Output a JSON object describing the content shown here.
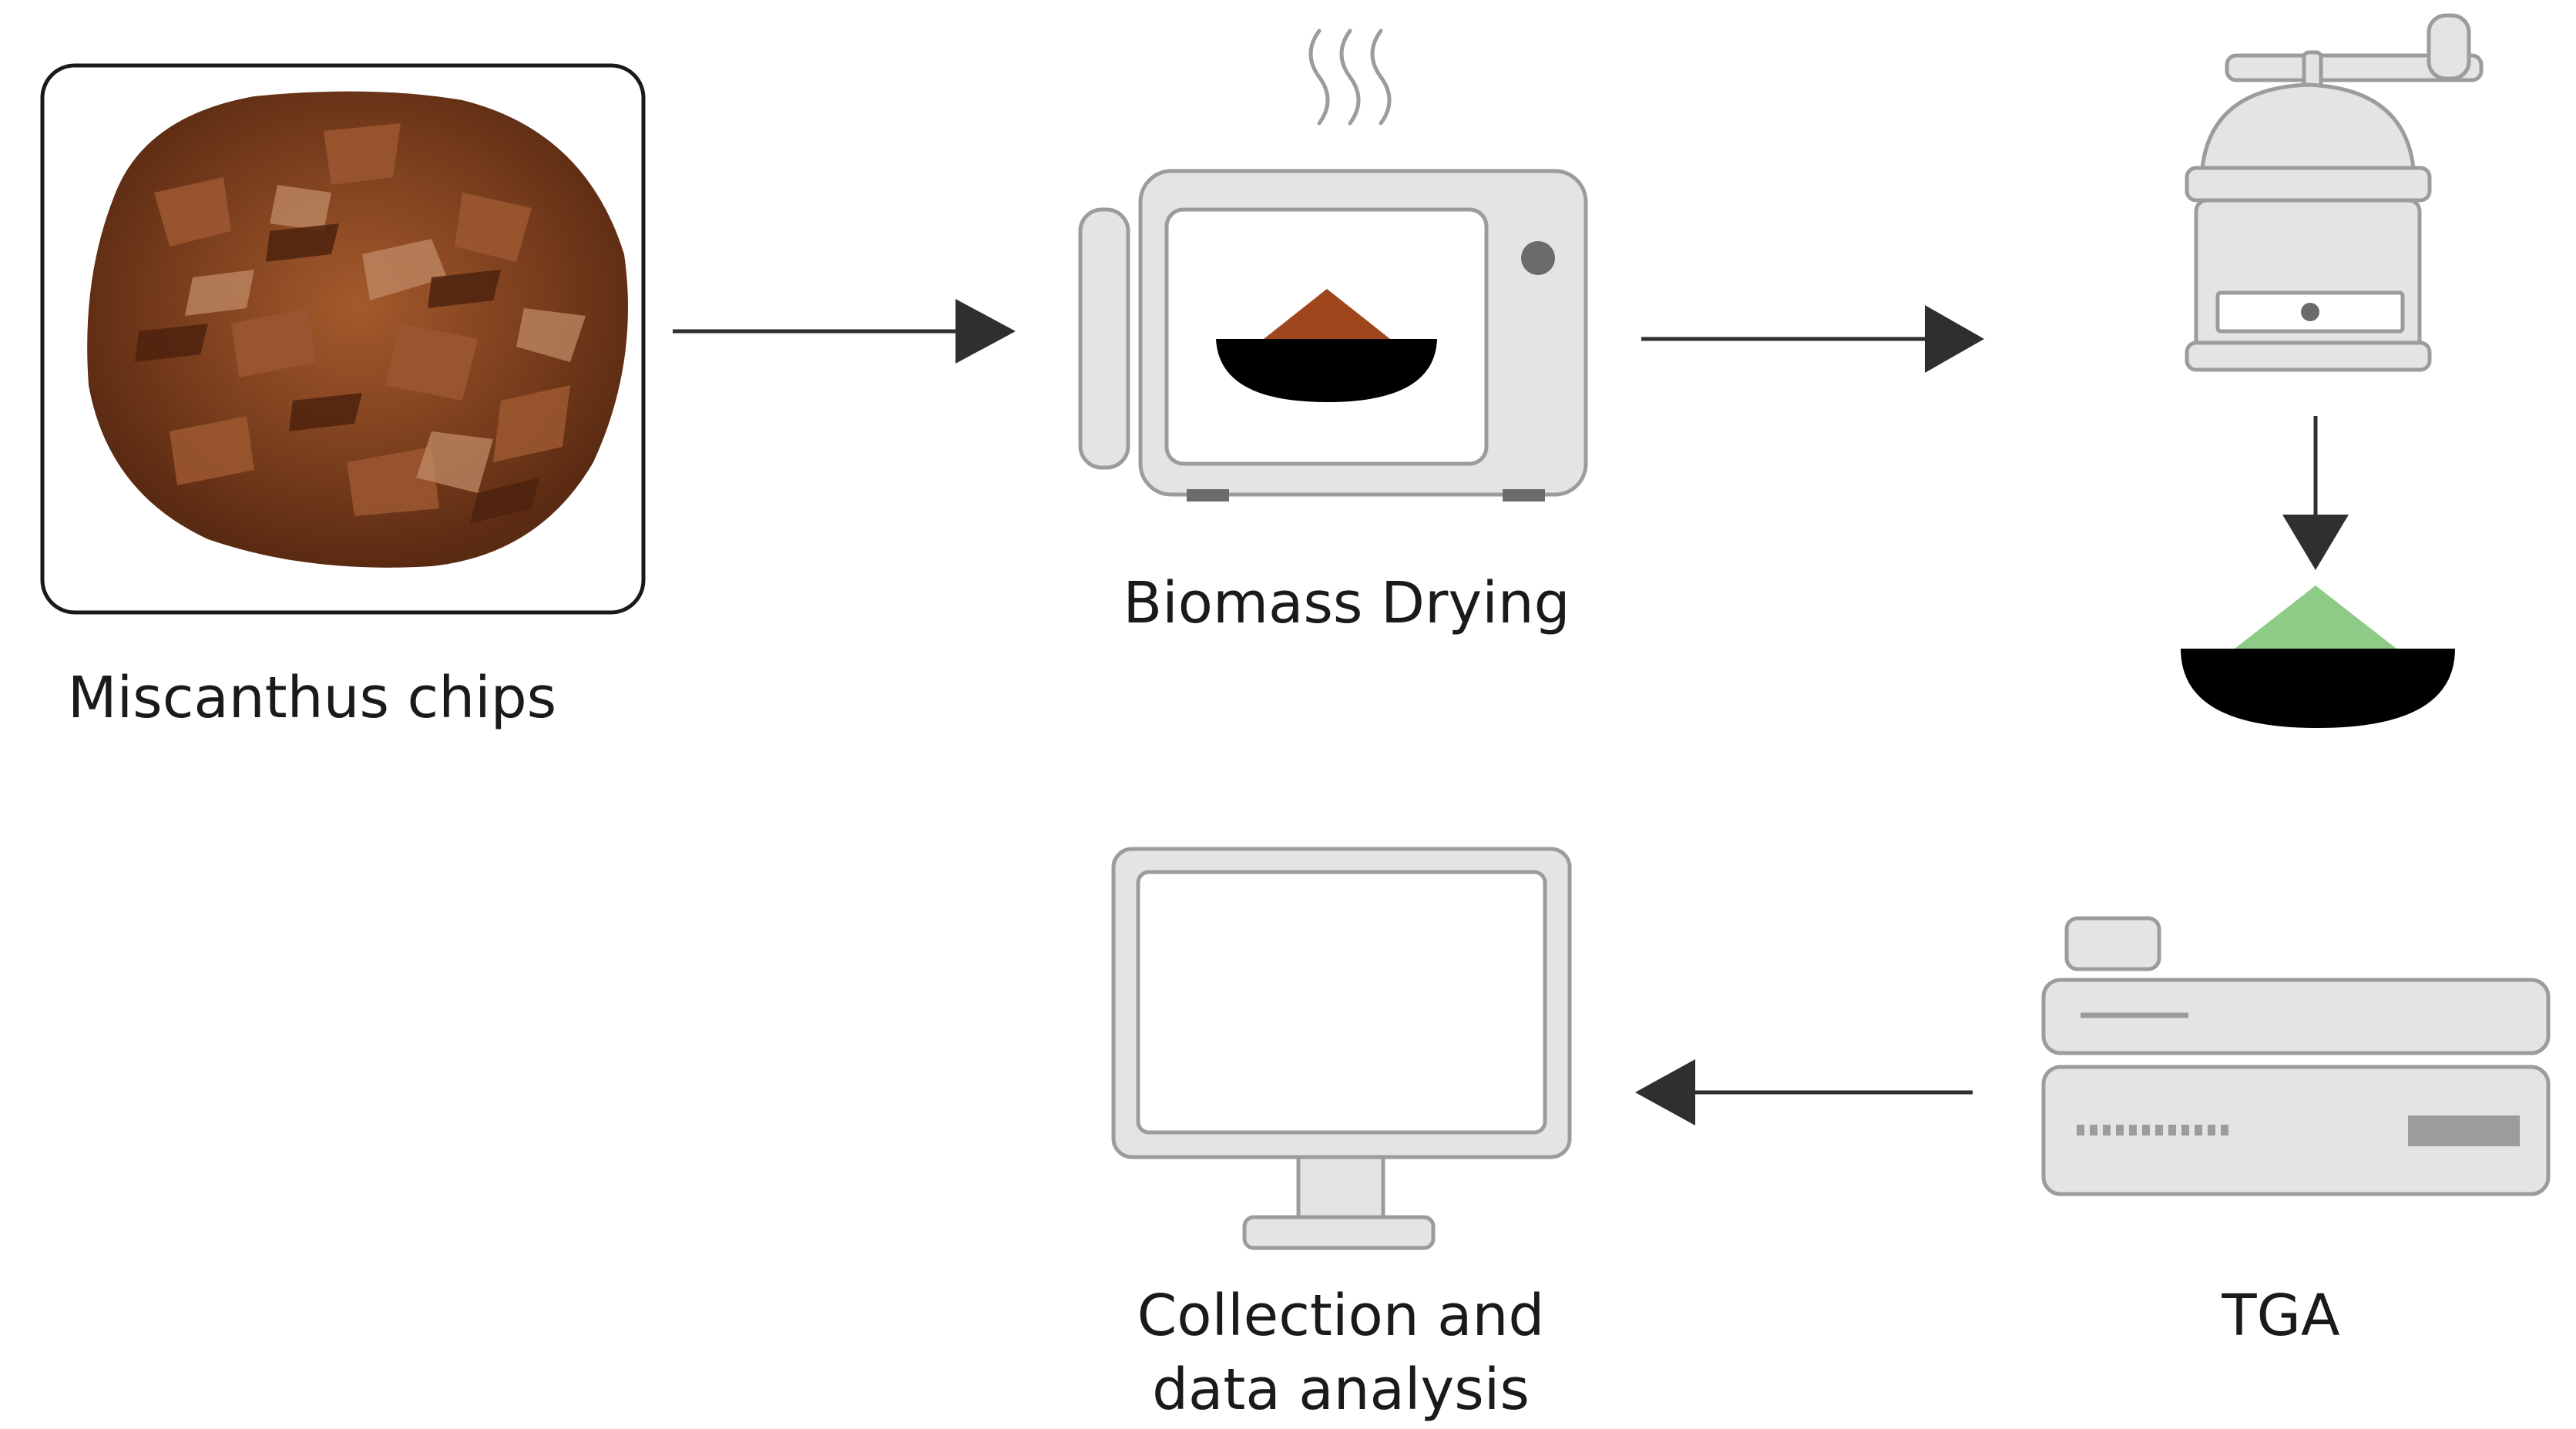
{
  "labels": {
    "miscanthus": "Miscanthus chips",
    "drying": "Biomass Drying",
    "tga": "TGA",
    "analysis": "Collection and data analysis"
  },
  "colors": {
    "appliance_fill": "#e4e4e4",
    "appliance_stroke": "#9c9c9c",
    "arrow": "#2f2f2f",
    "bowl": "#000000",
    "raw_biomass": "#a0461c",
    "ground_powder": "#8ecb86",
    "chips": "#7a3e1d"
  }
}
